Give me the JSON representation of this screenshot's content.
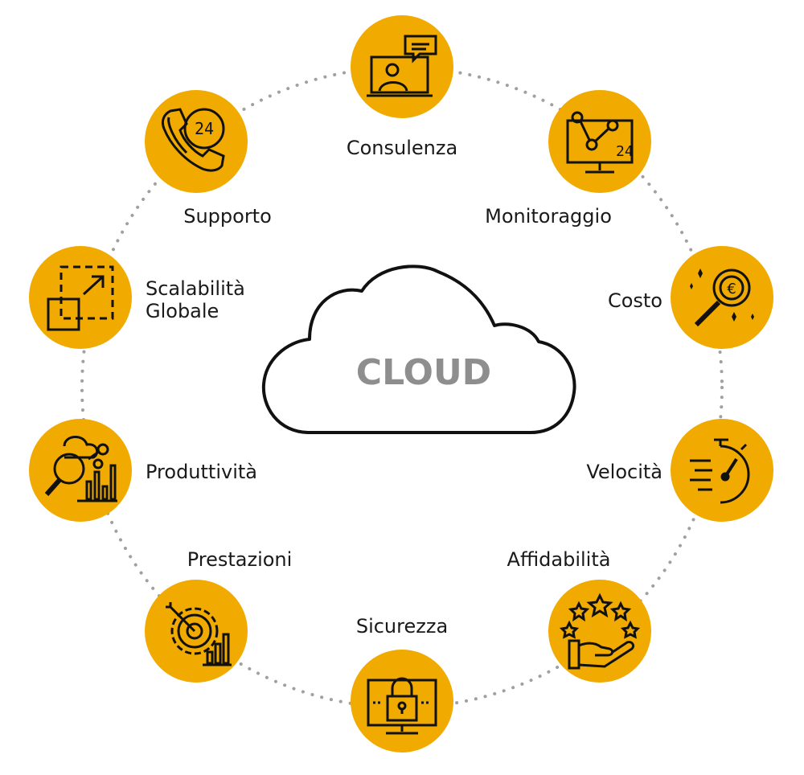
{
  "center": {
    "title": "CLOUD"
  },
  "nodes": [
    {
      "id": "consulenza",
      "label": "Consulenza",
      "icon": "video-consulting-icon"
    },
    {
      "id": "monitoraggio",
      "label": "Monitoraggio",
      "icon": "monitoring-24-icon"
    },
    {
      "id": "costo",
      "label": "Costo",
      "icon": "euro-magnifier-icon"
    },
    {
      "id": "velocita",
      "label": "Velocità",
      "icon": "stopwatch-speed-icon"
    },
    {
      "id": "affidabilita",
      "label": "Affidabilità",
      "icon": "hand-stars-icon"
    },
    {
      "id": "sicurezza",
      "label": "Sicurezza",
      "icon": "monitor-lock-icon"
    },
    {
      "id": "prestazioni",
      "label": "Prestazioni",
      "icon": "gear-target-icon"
    },
    {
      "id": "produttivita",
      "label": "Produttività",
      "icon": "chart-magnifier-icon"
    },
    {
      "id": "scalabilita",
      "label": [
        "Scalabilità",
        "Globale"
      ],
      "icon": "scale-arrow-icon"
    },
    {
      "id": "supporto",
      "label": "Supporto",
      "icon": "phone-24-icon"
    }
  ],
  "colors": {
    "node_fill": "#F0AA00",
    "icon_stroke": "#111111",
    "ring_dots": "#A0A0A0",
    "cloud_text": "#8E8E8E",
    "cloud_stroke": "#111111"
  }
}
